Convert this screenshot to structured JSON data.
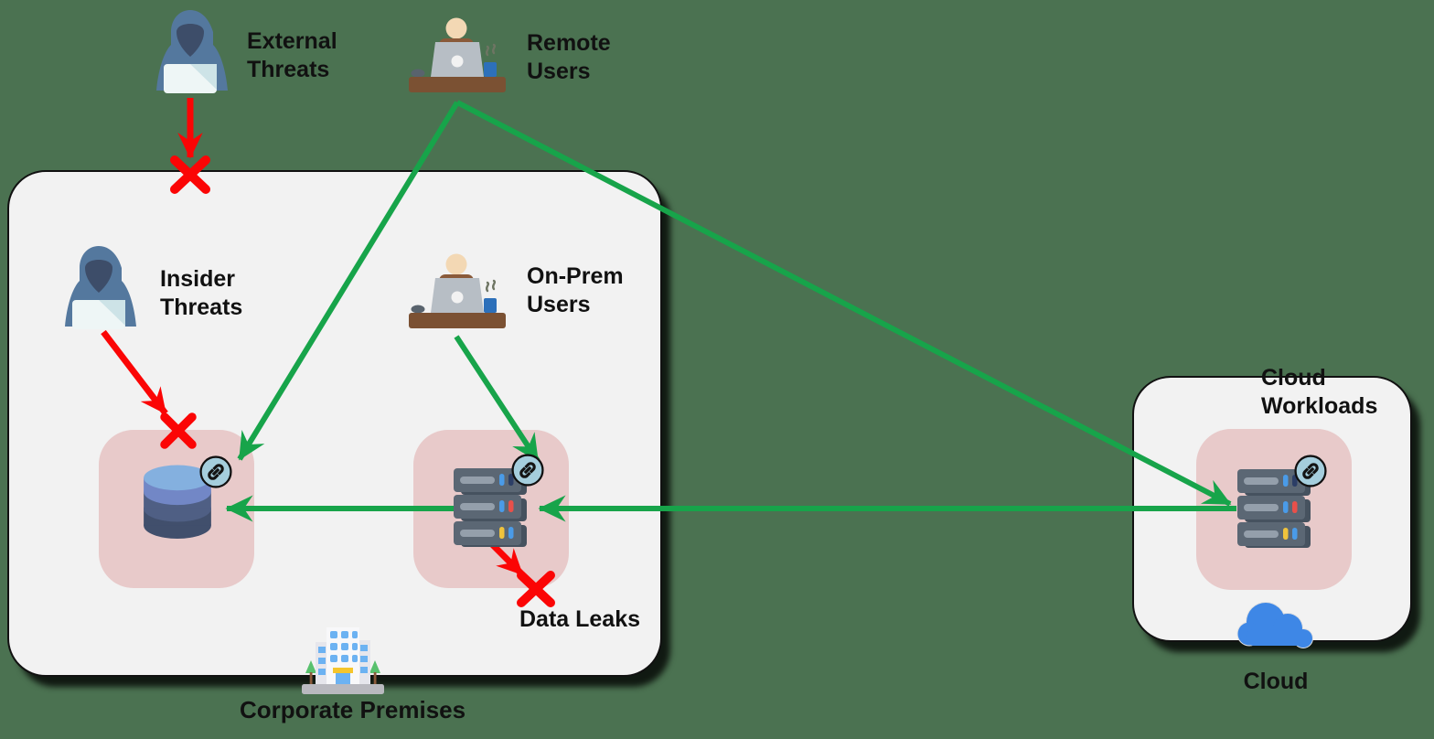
{
  "colors": {
    "background": "#4b7251",
    "zone_fill": "#f2f2f2",
    "zone_border": "#111111",
    "resource_tile": "#e8caca",
    "allowed_flow_green": "#17a44a",
    "blocked_flow_red": "#fb0505",
    "link_badge_fill": "#a5cedd",
    "cloud_blue": "#3e87e6"
  },
  "zones": {
    "corporate": {
      "label": "Corporate Premises",
      "icon": "office-building-icon"
    },
    "cloud": {
      "label": "Cloud\nWorkloads",
      "footer_label": "Cloud",
      "icon": "cloud-icon"
    }
  },
  "actors": {
    "external_threats": {
      "label": "External\nThreats",
      "icon": "hooded-attacker-icon"
    },
    "remote_users": {
      "label": "Remote\nUsers",
      "icon": "user-at-desk-icon"
    },
    "insider_threats": {
      "label": "Insider\nThreats",
      "icon": "hooded-attacker-icon"
    },
    "onprem_users": {
      "label": "On-Prem\nUsers",
      "icon": "user-at-desk-icon"
    }
  },
  "resources": {
    "database": {
      "name": "corporate-database",
      "badge": "link"
    },
    "onprem_server": {
      "name": "on-prem-server",
      "badge": "link"
    },
    "cloud_server": {
      "name": "cloud-workload-server",
      "badge": "link"
    }
  },
  "annotations": {
    "data_leaks": "Data Leaks"
  },
  "flows": {
    "allowed": [
      "remote-users to database",
      "remote-users to cloud-server",
      "onprem-users to onprem-server",
      "onprem-server to database",
      "cloud-server to onprem-server"
    ],
    "blocked": [
      "external-threats to corporate-premises",
      "insider-threats to database",
      "onprem-server to data-leaks"
    ]
  }
}
